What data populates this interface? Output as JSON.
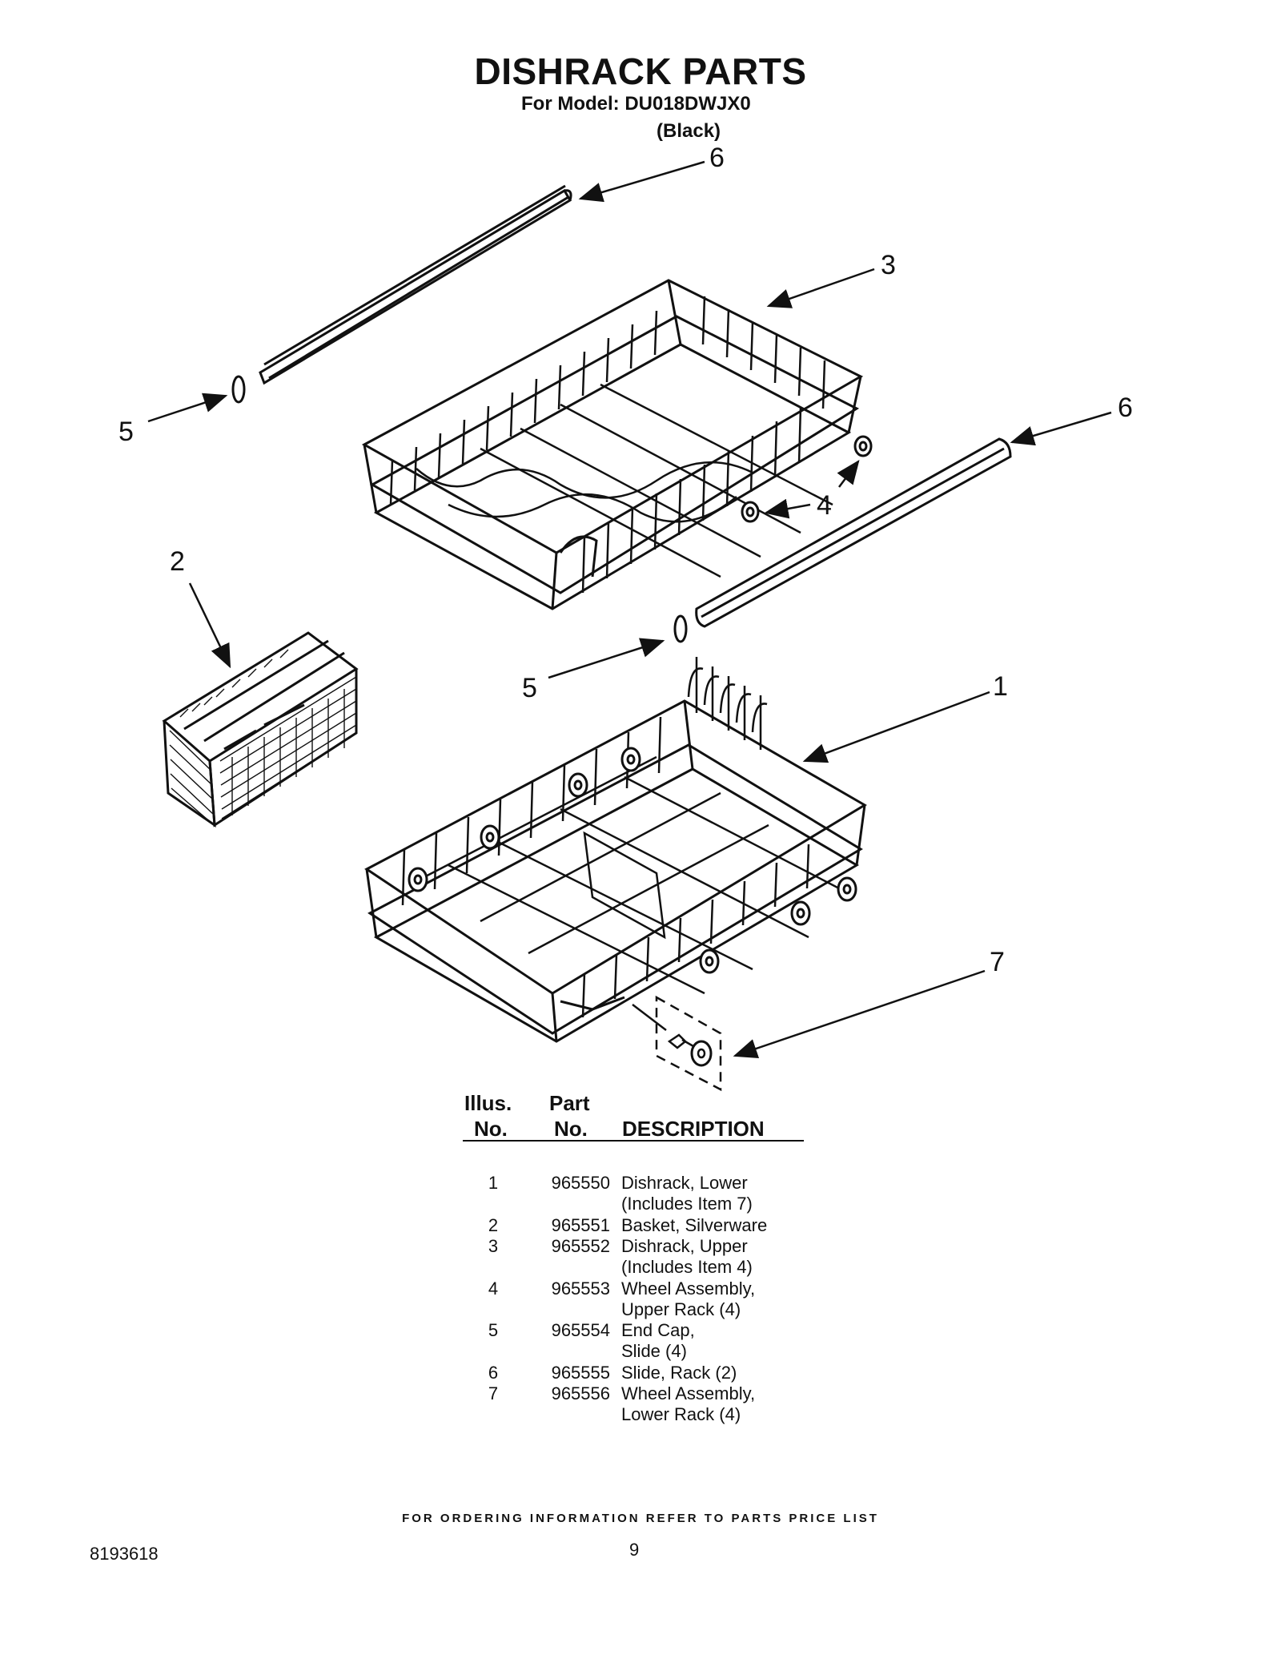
{
  "header": {
    "title": "DISHRACK PARTS",
    "model_line": "For Model: DU018DWJX0",
    "color_line": "(Black)"
  },
  "callouts": [
    "6",
    "3",
    "6",
    "5",
    "4",
    "2",
    "5",
    "1",
    "7"
  ],
  "table": {
    "headers": {
      "illus_1": "Illus.",
      "illus_2": "No.",
      "part_1": "Part",
      "part_2": "No.",
      "description": "DESCRIPTION"
    },
    "rows": [
      {
        "no": "1",
        "part": "965550",
        "desc": "Dishrack, Lower\n(Includes Item 7)"
      },
      {
        "no": "2",
        "part": "965551",
        "desc": "Basket, Silverware"
      },
      {
        "no": "3",
        "part": "965552",
        "desc": "Dishrack, Upper\n(Includes Item 4)"
      },
      {
        "no": "4",
        "part": "965553",
        "desc": "Wheel Assembly,\nUpper Rack (4)"
      },
      {
        "no": "5",
        "part": "965554",
        "desc": "End Cap,\nSlide (4)"
      },
      {
        "no": "6",
        "part": "965555",
        "desc": "Slide, Rack (2)"
      },
      {
        "no": "7",
        "part": "965556",
        "desc": "Wheel Assembly,\nLower Rack (4)"
      }
    ]
  },
  "footer": {
    "ordering_note": "FOR ORDERING INFORMATION REFER TO PARTS PRICE LIST",
    "document_number": "8193618",
    "page_number": "9"
  }
}
